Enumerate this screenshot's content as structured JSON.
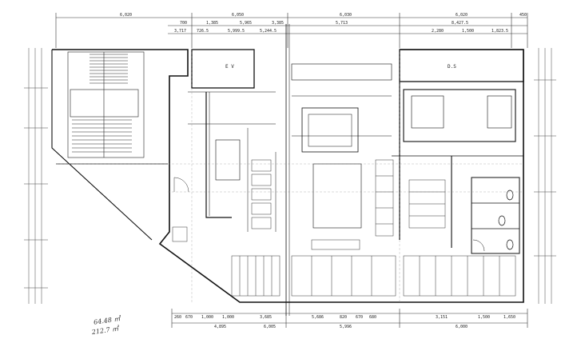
{
  "drawing": {
    "rooms": {
      "ev": "E V",
      "ds": "D.S"
    },
    "top_dims_row1": [
      "6,020",
      "6,050",
      "6,030",
      "6,020",
      "450"
    ],
    "top_dims_row2": [
      "700",
      "1,385",
      "5,965",
      "3,385",
      "5,713",
      "8,427.5"
    ],
    "top_dims_row3": [
      "3,717",
      "726.5",
      "5,999.5",
      "5,244.5",
      "2,280",
      "1,500",
      "1,823.5"
    ],
    "bottom_dims_row1": [
      "260",
      "670",
      "1,000",
      "1,000",
      "3,685",
      "5,686",
      "820",
      "670",
      "680",
      "3,151",
      "1,500",
      "1,650"
    ],
    "bottom_dims_row2": [
      "4,895",
      "6,005",
      "5,996",
      "6,000"
    ],
    "handwritten": [
      "64.48 ㎡",
      "212.7 ㎡"
    ]
  }
}
